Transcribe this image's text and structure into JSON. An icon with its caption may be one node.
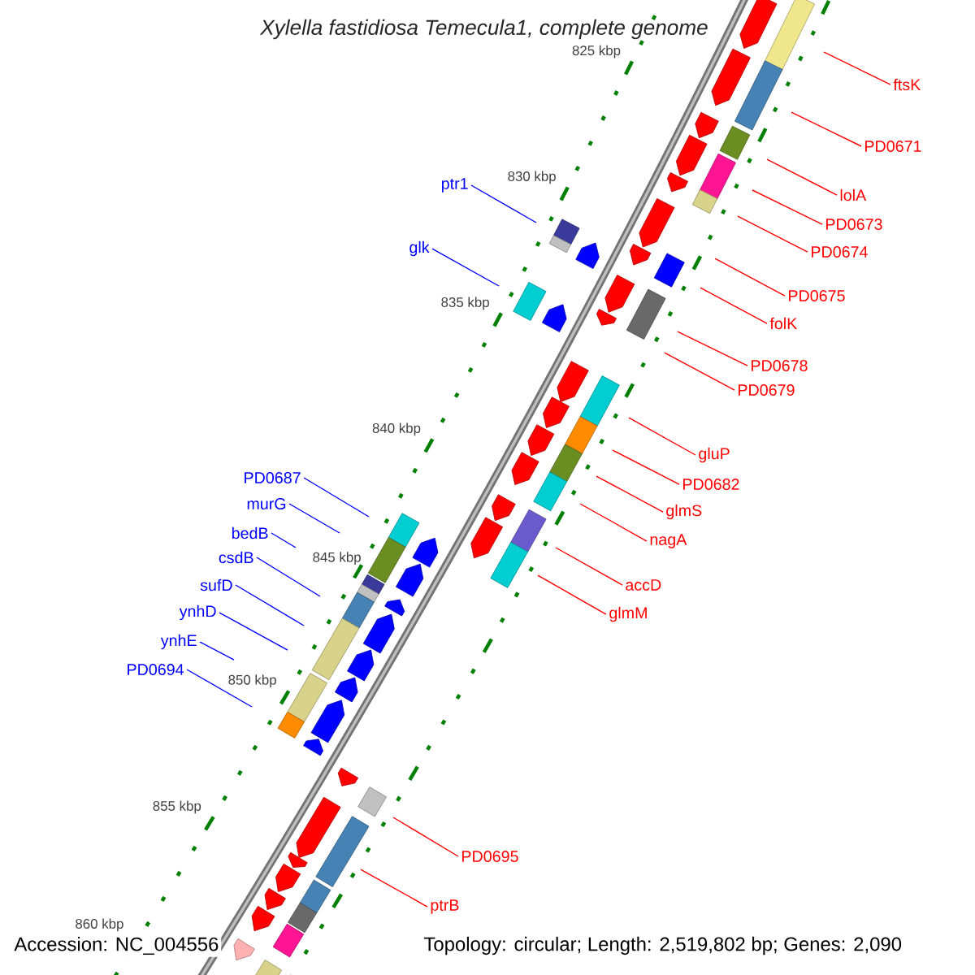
{
  "diagram": {
    "title": "Xylella fastidiosa Temecula1, complete genome",
    "nodes": [
      {
        "text": [
          "ftsK"
        ]
      },
      {
        "text": [
          "PD0671"
        ]
      },
      {
        "text": [
          "lolA"
        ]
      },
      {
        "text": [
          "PD0673"
        ]
      },
      {
        "text": [
          "ptr1"
        ]
      },
      {
        "text": [
          "PD0674"
        ]
      },
      {
        "text": [
          "glk"
        ]
      },
      {
        "text": [
          "PD0675"
        ]
      },
      {
        "text": [
          "folK"
        ]
      },
      {
        "text": [
          "PD0678"
        ]
      },
      {
        "text": [
          "PD0679"
        ]
      },
      {
        "text": [
          "gluP"
        ]
      },
      {
        "text": [
          "PD0682"
        ]
      },
      {
        "text": [
          "PD0687"
        ]
      },
      {
        "text": [
          "glmS"
        ]
      },
      {
        "text": [
          "murG"
        ]
      },
      {
        "text": [
          "nagA"
        ]
      },
      {
        "text": [
          "bedB"
        ]
      },
      {
        "text": [
          "csdB"
        ]
      },
      {
        "text": [
          "accD"
        ]
      },
      {
        "text": [
          "sufD"
        ]
      },
      {
        "text": [
          "glmM"
        ]
      },
      {
        "text": [
          "ynhD"
        ]
      },
      {
        "text": [
          "ynhE"
        ]
      },
      {
        "text": [
          "PD0694"
        ]
      },
      {
        "text": [
          "PD0695"
        ]
      },
      {
        "text": [
          "ptrB"
        ]
      }
    ],
    "edges": [
      {
        "from": 0,
        "to": null,
        "arrow": "none"
      },
      {
        "from": 1,
        "to": null,
        "arrow": "none"
      },
      {
        "from": 2,
        "to": null,
        "arrow": "none"
      },
      {
        "from": 3,
        "to": null,
        "arrow": "none"
      },
      {
        "from": 4,
        "to": null,
        "arrow": "none",
        "color": "#0000ff"
      },
      {
        "from": 5,
        "to": null,
        "arrow": "none"
      },
      {
        "from": 6,
        "to": null,
        "arrow": "none",
        "color": "#0000ff"
      },
      {
        "from": 7,
        "to": null,
        "arrow": "none"
      },
      {
        "from": 8,
        "to": null,
        "arrow": "none"
      },
      {
        "from": 9,
        "to": null,
        "arrow": "none"
      },
      {
        "from": 10,
        "to": null,
        "arrow": "none"
      },
      {
        "from": 11,
        "to": null,
        "arrow": "none"
      },
      {
        "from": 12,
        "to": null,
        "arrow": "none"
      },
      {
        "from": 13,
        "to": null,
        "arrow": "none",
        "color": "#0000ff"
      },
      {
        "from": 14,
        "to": null,
        "arrow": "none"
      },
      {
        "from": 15,
        "to": null,
        "arrow": "none",
        "color": "#0000ff"
      },
      {
        "from": 16,
        "to": null,
        "arrow": "none"
      },
      {
        "from": 17,
        "to": null,
        "arrow": "none",
        "color": "#0000ff"
      },
      {
        "from": 18,
        "to": null,
        "arrow": "none",
        "color": "#0000ff"
      },
      {
        "from": 19,
        "to": null,
        "arrow": "none"
      },
      {
        "from": 20,
        "to": null,
        "arrow": "none",
        "color": "#0000ff"
      },
      {
        "from": 21,
        "to": null,
        "arrow": "none"
      },
      {
        "from": 22,
        "to": null,
        "arrow": "none",
        "color": "#0000ff"
      },
      {
        "from": 23,
        "to": null,
        "arrow": "none",
        "color": "#0000ff"
      },
      {
        "from": 24,
        "to": null,
        "arrow": "none",
        "color": "#0000ff"
      },
      {
        "from": 25,
        "to": null,
        "arrow": "none"
      },
      {
        "from": 26,
        "to": null,
        "arrow": "none"
      }
    ],
    "labels": [
      "825 kbp",
      "830 kbp",
      "835 kbp",
      "840 kbp",
      "845 kbp",
      "850 kbp",
      "855 kbp",
      "860 kbp",
      "Accession: NC_004556",
      "Topology: circular; Length: 2,519,802 bp; Genes: 2,090"
    ]
  }
}
